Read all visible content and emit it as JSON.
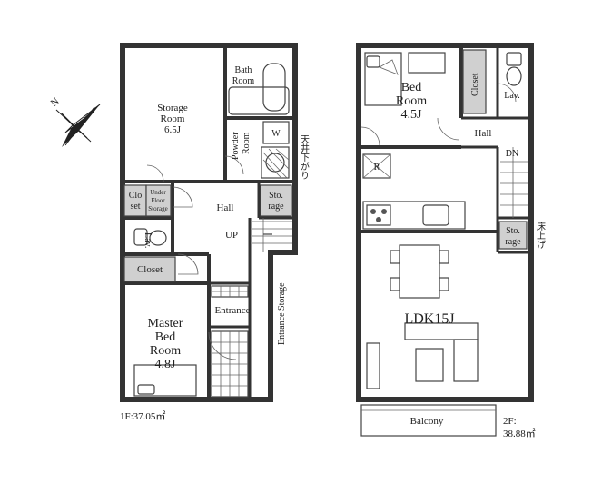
{
  "floor1": {
    "rooms": {
      "storage_room": [
        "Storage",
        "Room",
        "6.5J"
      ],
      "bath_room": [
        "Bath",
        "Room"
      ],
      "powder_room": [
        "Powder",
        "Room"
      ],
      "washer": "W",
      "ceiling_note": "天井下がり",
      "closet_small": [
        "Clo",
        "set"
      ],
      "under_floor_storage": [
        "Under",
        "Floor",
        "Storage"
      ],
      "hall": "Hall",
      "storage": [
        "Sto.",
        "rage"
      ],
      "lav": "Lav.",
      "up": "UP",
      "closet": "Closet",
      "entrance": "Entrance",
      "entrance_storage": "Entrance Storage",
      "master_bed_room": [
        "Master",
        "Bed",
        "Room",
        "4.8J"
      ]
    },
    "area": "1F:37.05㎡"
  },
  "floor2": {
    "rooms": {
      "bed_room": [
        "Bed",
        "Room",
        "4.5J"
      ],
      "closet": "Closet",
      "lav": "Lav.",
      "hall": "Hall",
      "dn": "DN",
      "refrigerator": "R",
      "storage": [
        "Sto.",
        "rage"
      ],
      "floor_note": "床上げ",
      "ldk": "LDK15J",
      "balcony": "Balcony"
    },
    "area": [
      "2F:",
      "38.88㎡"
    ]
  },
  "compass": {
    "north_label": "N"
  }
}
